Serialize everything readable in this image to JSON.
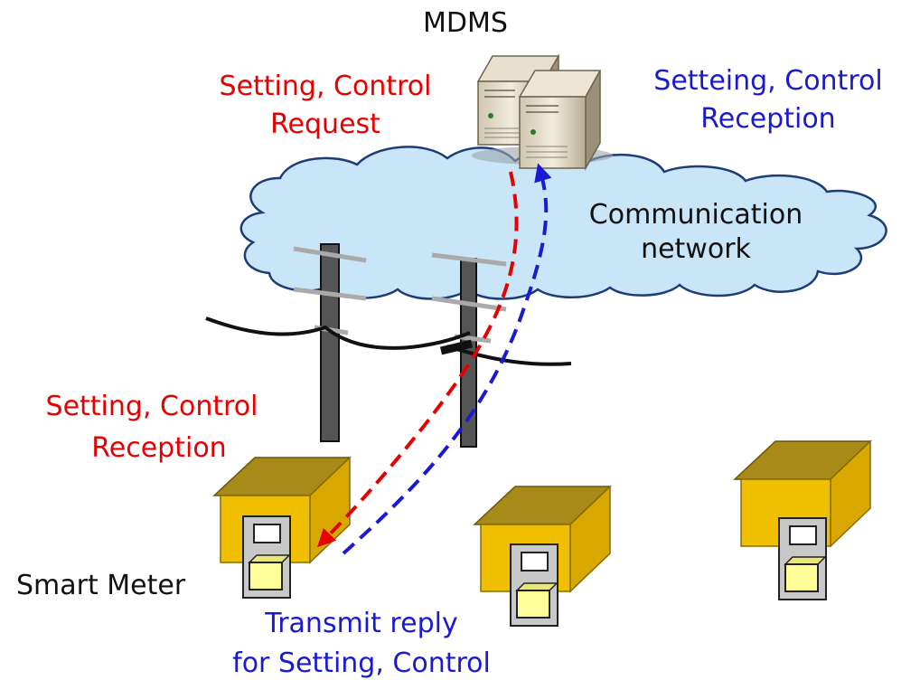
{
  "colors": {
    "request": "#e60000",
    "reply": "#1a1ad0",
    "text": "#111111",
    "cloud_fill": "#c8e6f8",
    "cloud_stroke": "#1e3c78",
    "house_wall": "#f0c000",
    "house_roof": "#a88a18",
    "meter_body": "#c8c8c8",
    "meter_box": "#ffff99"
  },
  "labels": {
    "mdms": "MDMS",
    "request_line1": "Setting, Control",
    "request_line2": "Request",
    "reception_line1": "Setteing, Control",
    "reception_line2": "Reception",
    "network_line1": "Communication",
    "network_line2": "network",
    "meter_reception_line1": "Setting, Control",
    "meter_reception_line2": "Reception",
    "smart_meter": "Smart Meter",
    "reply_line1": "Transmit reply",
    "reply_line2": "for Setting, Control"
  }
}
